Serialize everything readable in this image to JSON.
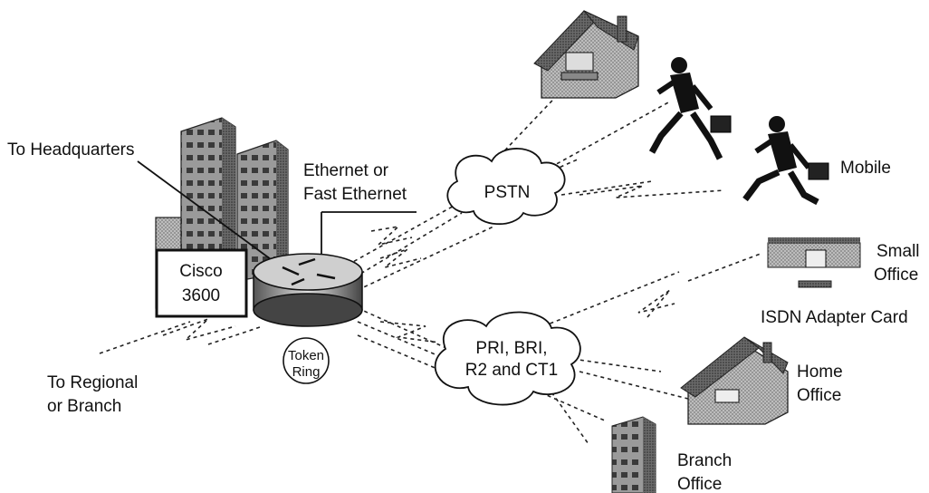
{
  "labels": {
    "to_headquarters": "To Headquarters",
    "ethernet_line1": "Ethernet or",
    "ethernet_line2": "Fast Ethernet",
    "pstn": "PSTN",
    "mobile": "Mobile",
    "small_office_line1": "Small",
    "small_office_line2": "Office",
    "isdn_adapter": "ISDN Adapter Card",
    "home_office_line1": "Home",
    "home_office_line2": "Office",
    "branch_office_line1": "Branch",
    "branch_office_line2": "Office",
    "isdn_cloud_line1": "PRI, BRI,",
    "isdn_cloud_line2": "R2 and CT1",
    "token_ring_line1": "Token",
    "token_ring_line2": "Ring",
    "cisco_line1": "Cisco",
    "cisco_line2": "3600",
    "regional_line1": "To Regional",
    "regional_line2": "or Branch"
  },
  "icons": [
    "building-icon",
    "router-icon",
    "cloud-icon",
    "house-icon",
    "person-running-icon",
    "small-office-icon",
    "isdn-card-icon",
    "branch-building-icon",
    "lightning-link-icon"
  ]
}
